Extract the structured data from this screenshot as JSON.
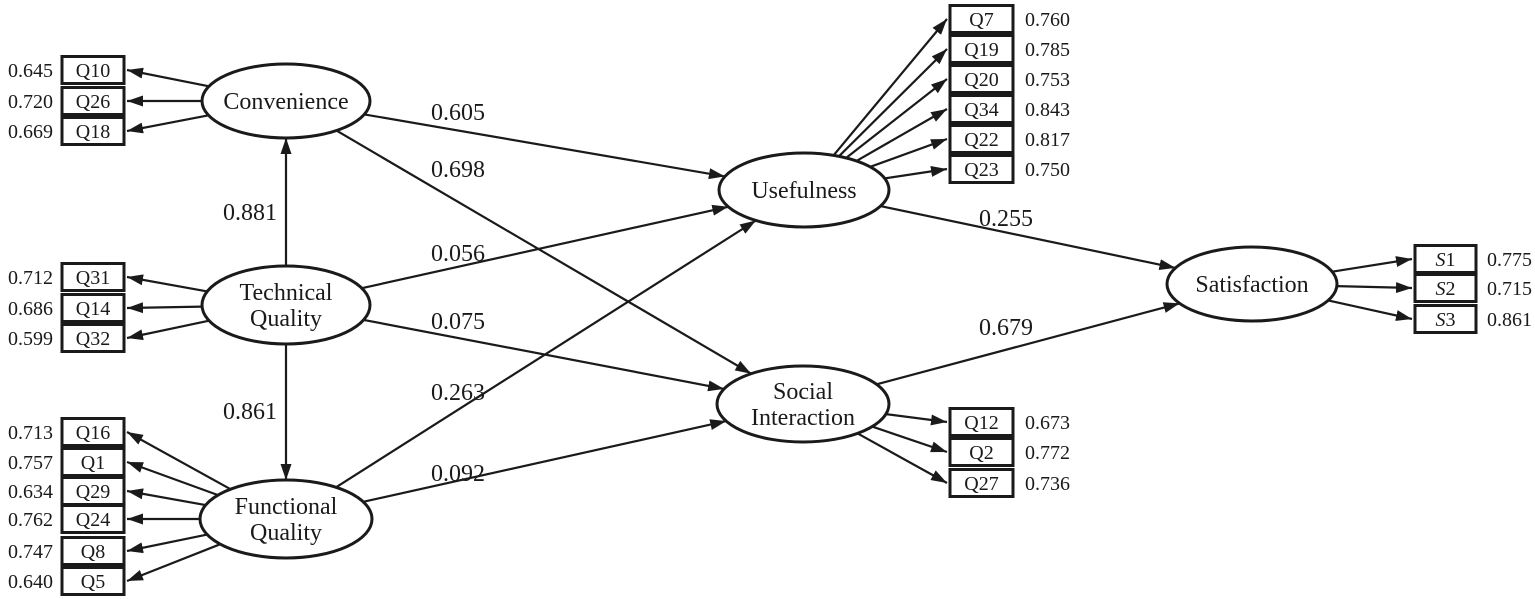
{
  "diagram": {
    "colors": {
      "ink": "#1a1a1a",
      "background": "#ffffff"
    },
    "latent_variables": [
      {
        "id": "convenience",
        "label": "Convenience"
      },
      {
        "id": "technical_quality",
        "label": "Technical Quality"
      },
      {
        "id": "functional_quality",
        "label": "Functional Quality"
      },
      {
        "id": "usefulness",
        "label": "Usefulness"
      },
      {
        "id": "social_interaction",
        "label": "Social Interaction"
      },
      {
        "id": "satisfaction",
        "label": "Satisfaction"
      }
    ],
    "measurement_model": [
      {
        "latent": "convenience",
        "side": "left",
        "indicators": [
          {
            "item": "Q10",
            "loading": "0.645"
          },
          {
            "item": "Q26",
            "loading": "0.720"
          },
          {
            "item": "Q18",
            "loading": "0.669"
          }
        ]
      },
      {
        "latent": "technical_quality",
        "side": "left",
        "indicators": [
          {
            "item": "Q31",
            "loading": "0.712"
          },
          {
            "item": "Q14",
            "loading": "0.686"
          },
          {
            "item": "Q32",
            "loading": "0.599"
          }
        ]
      },
      {
        "latent": "functional_quality",
        "side": "left",
        "indicators": [
          {
            "item": "Q16",
            "loading": "0.713"
          },
          {
            "item": "Q1",
            "loading": "0.757"
          },
          {
            "item": "Q29",
            "loading": "0.634"
          },
          {
            "item": "Q24",
            "loading": "0.762"
          },
          {
            "item": "Q8",
            "loading": "0.747"
          },
          {
            "item": "Q5",
            "loading": "0.640"
          }
        ]
      },
      {
        "latent": "usefulness",
        "side": "right",
        "indicators": [
          {
            "item": "Q7",
            "loading": "0.760"
          },
          {
            "item": "Q19",
            "loading": "0.785"
          },
          {
            "item": "Q20",
            "loading": "0.753"
          },
          {
            "item": "Q34",
            "loading": "0.843"
          },
          {
            "item": "Q22",
            "loading": "0.817"
          },
          {
            "item": "Q23",
            "loading": "0.750"
          }
        ]
      },
      {
        "latent": "social_interaction",
        "side": "right",
        "indicators": [
          {
            "item": "Q12",
            "loading": "0.673"
          },
          {
            "item": "Q2",
            "loading": "0.772"
          },
          {
            "item": "Q27",
            "loading": "0.736"
          }
        ]
      },
      {
        "latent": "satisfaction",
        "side": "right",
        "italic_first_char": true,
        "indicators": [
          {
            "item": "S1",
            "loading": "0.775"
          },
          {
            "item": "S2",
            "loading": "0.715"
          },
          {
            "item": "S3",
            "loading": "0.861"
          }
        ]
      }
    ],
    "structural_paths": [
      {
        "from": "convenience",
        "to": "usefulness",
        "coefficient": "0.605"
      },
      {
        "from": "convenience",
        "to": "social_interaction",
        "coefficient": "0.698"
      },
      {
        "from": "technical_quality",
        "to": "usefulness",
        "coefficient": "0.056"
      },
      {
        "from": "technical_quality",
        "to": "social_interaction",
        "coefficient": "0.075"
      },
      {
        "from": "functional_quality",
        "to": "usefulness",
        "coefficient": "0.263"
      },
      {
        "from": "functional_quality",
        "to": "social_interaction",
        "coefficient": "0.092"
      },
      {
        "from": "usefulness",
        "to": "satisfaction",
        "coefficient": "0.255"
      },
      {
        "from": "social_interaction",
        "to": "satisfaction",
        "coefficient": "0.679"
      }
    ],
    "factor_links": [
      {
        "from": "technical_quality",
        "to": "convenience",
        "coefficient": "0.881"
      },
      {
        "from": "technical_quality",
        "to": "functional_quality",
        "coefficient": "0.861"
      }
    ]
  }
}
